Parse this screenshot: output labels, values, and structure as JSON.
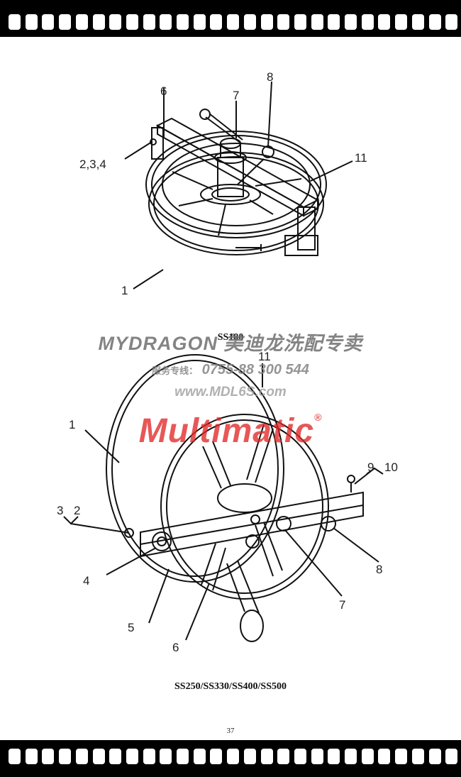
{
  "figure_top": {
    "caption": "SS180",
    "callouts": [
      "6",
      "7",
      "8",
      "2,3,4",
      "11",
      "1"
    ]
  },
  "figure_bottom": {
    "caption": "SS250/SS330/SS400/SS500",
    "callouts": [
      "11",
      "1",
      "9",
      "10",
      "3",
      "2",
      "4",
      "5",
      "6",
      "7",
      "8"
    ]
  },
  "watermark": {
    "title": "MYDRAGON 美迪龙洗配专卖",
    "hotline_label": "服务专线：",
    "hotline_number": "0755-88 300 544",
    "website": "www.MDL6S.com",
    "brand": "Multimatic",
    "brand_mark": "®"
  },
  "page_number": "37"
}
